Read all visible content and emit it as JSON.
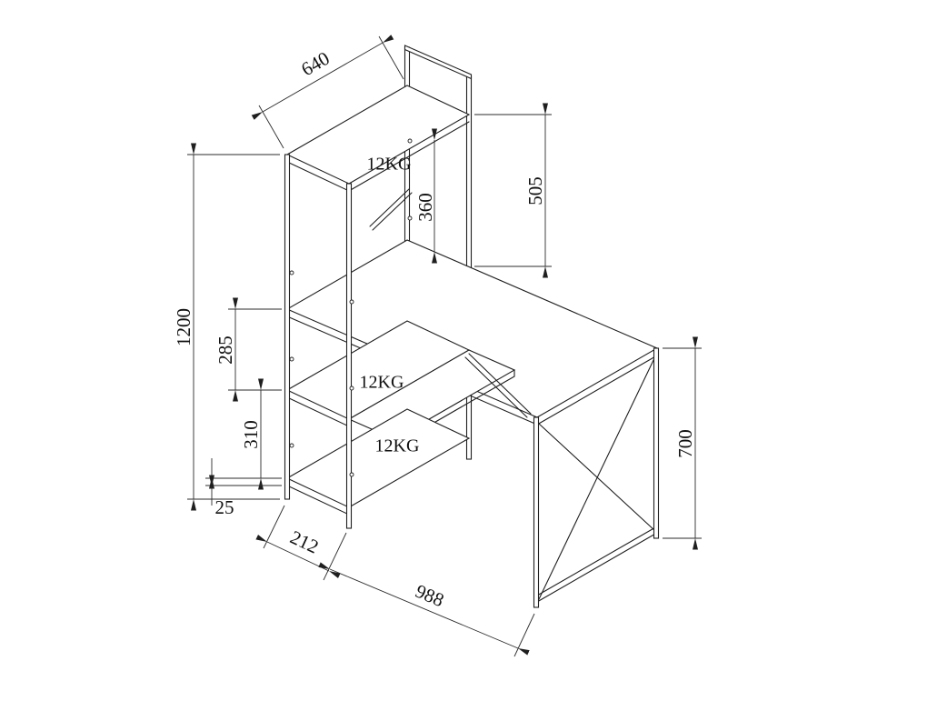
{
  "drawing": {
    "type": "isometric technical drawing",
    "subject": "computer desk with integrated 4-tier shelf tower",
    "background_color": "#ffffff",
    "line_color": "#1f1f1f",
    "dims": {
      "shelf_width": "640",
      "riser_height": "505",
      "desktop_to_shelf": "360",
      "total_height": "1200",
      "upper_gap": "285",
      "lower_gap": "310",
      "base_thickness": "25",
      "tower_depth": "212",
      "desk_length": "988",
      "desk_height": "700"
    },
    "loads": {
      "top_shelf": "12KG",
      "desk_shelf": "12KG",
      "lower_shelf": "12KG"
    }
  }
}
